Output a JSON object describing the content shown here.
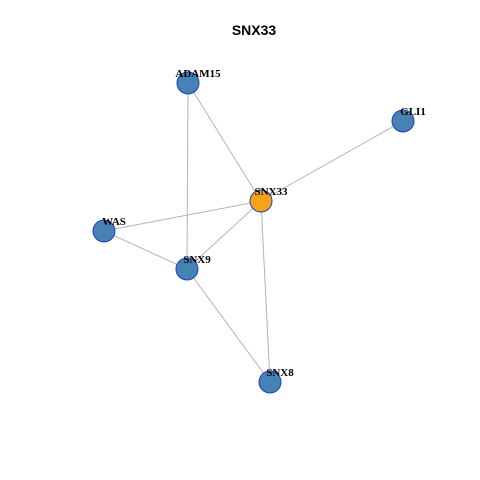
{
  "title": "SNX33",
  "colors": {
    "center_node": "#f7a21b",
    "neighbor_node": "#4682b4",
    "node_border": "#1f3fbf",
    "edge": "#b3b3b3",
    "background": "#ffffff"
  },
  "nodes": [
    {
      "id": "SNX33",
      "label": "SNX33",
      "role": "center"
    },
    {
      "id": "ADAM15",
      "label": "ADAM15",
      "role": "neighbor"
    },
    {
      "id": "GLI1",
      "label": "GLI1",
      "role": "neighbor"
    },
    {
      "id": "WAS",
      "label": "WAS",
      "role": "neighbor"
    },
    {
      "id": "SNX9",
      "label": "SNX9",
      "role": "neighbor"
    },
    {
      "id": "SNX8",
      "label": "SNX8",
      "role": "neighbor"
    }
  ],
  "edges": [
    {
      "source": "ADAM15",
      "target": "SNX33"
    },
    {
      "source": "ADAM15",
      "target": "SNX9"
    },
    {
      "source": "GLI1",
      "target": "SNX33"
    },
    {
      "source": "WAS",
      "target": "SNX33"
    },
    {
      "source": "WAS",
      "target": "SNX9"
    },
    {
      "source": "SNX9",
      "target": "SNX33"
    },
    {
      "source": "SNX9",
      "target": "SNX8"
    },
    {
      "source": "SNX33",
      "target": "SNX8"
    }
  ]
}
